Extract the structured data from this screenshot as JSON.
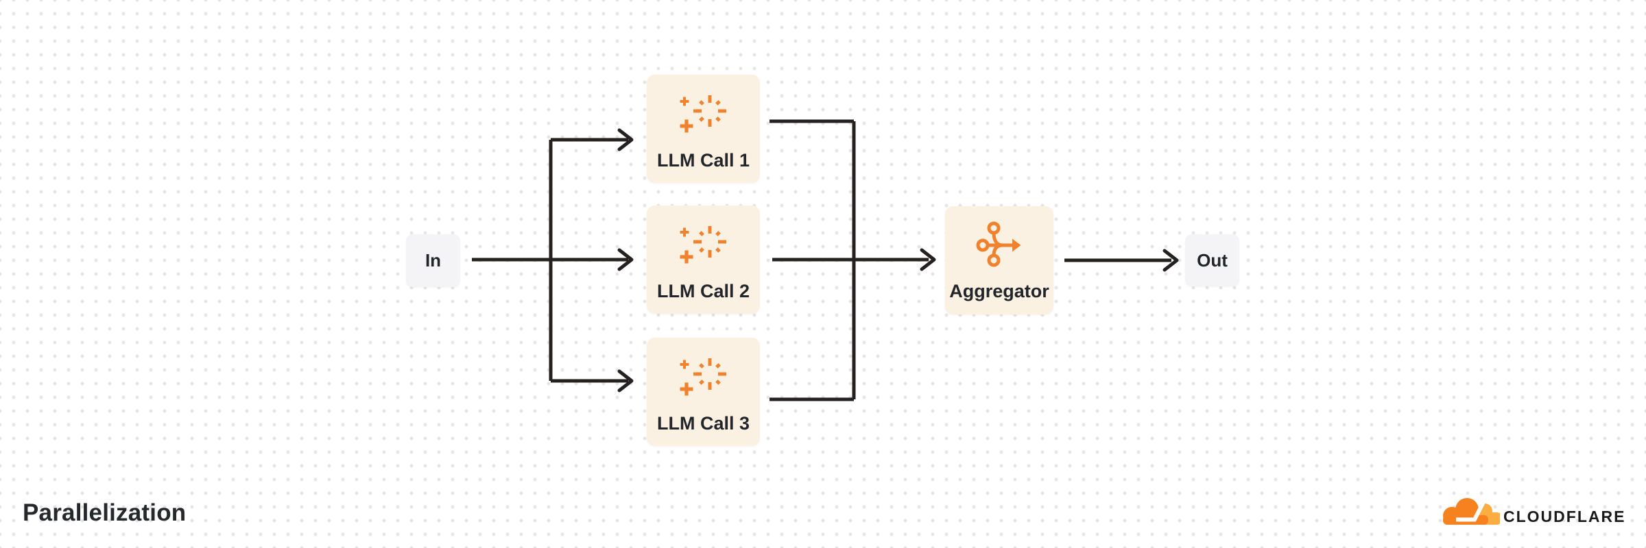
{
  "title": {
    "text": "Parallelization"
  },
  "colors": {
    "background": "#FFFFFF",
    "dot_grid": "#E5E5E7",
    "card_fill": "#FBF1E2",
    "io_fill": "#F4F4F6",
    "icon_orange": "#F0822D",
    "connector": "#252120",
    "label_text": "#22252A",
    "cloudflare_orange": "#F6821F",
    "cloudflare_light_orange": "#FBAD41"
  },
  "diagram": {
    "nodes": {
      "in": {
        "label": "In",
        "type": "io"
      },
      "llm_call_1": {
        "label": "LLM Call 1",
        "type": "llm",
        "icon": "sparkles-icon"
      },
      "llm_call_2": {
        "label": "LLM Call 2",
        "type": "llm",
        "icon": "sparkles-icon"
      },
      "llm_call_3": {
        "label": "LLM Call 3",
        "type": "llm",
        "icon": "sparkles-icon"
      },
      "aggregator": {
        "label": "Aggregator",
        "type": "aggregator",
        "icon": "merge-arrow-icon"
      },
      "out": {
        "label": "Out",
        "type": "io"
      }
    },
    "edges": [
      {
        "from": "in",
        "to": "llm_call_1"
      },
      {
        "from": "in",
        "to": "llm_call_2"
      },
      {
        "from": "in",
        "to": "llm_call_3"
      },
      {
        "from": "llm_call_1",
        "to": "aggregator"
      },
      {
        "from": "llm_call_2",
        "to": "aggregator"
      },
      {
        "from": "llm_call_3",
        "to": "aggregator"
      },
      {
        "from": "aggregator",
        "to": "out"
      }
    ]
  },
  "branding": {
    "wordmark": "CLOUDFLARE",
    "logo": "cloudflare-cloud-icon"
  }
}
